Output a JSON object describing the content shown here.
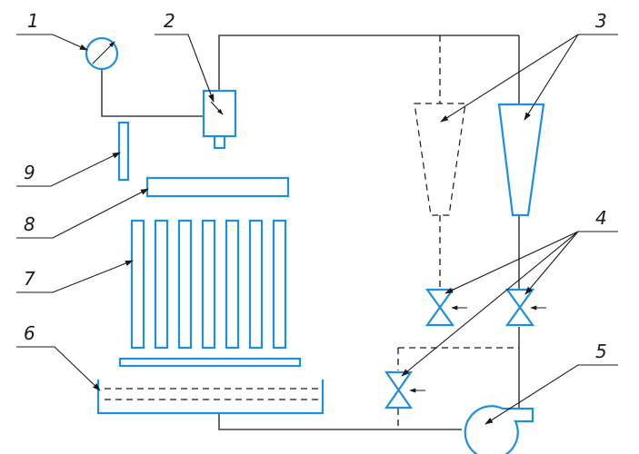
{
  "callouts": [
    {
      "id": "1",
      "label": "1"
    },
    {
      "id": "2",
      "label": "2"
    },
    {
      "id": "3",
      "label": "3"
    },
    {
      "id": "4",
      "label": "4"
    },
    {
      "id": "5",
      "label": "5"
    },
    {
      "id": "6",
      "label": "6"
    },
    {
      "id": "7",
      "label": "7"
    },
    {
      "id": "8",
      "label": "8"
    },
    {
      "id": "9",
      "label": "9"
    }
  ],
  "colors": {
    "component": "#1e8fe0",
    "line": "#1a1a1a"
  }
}
